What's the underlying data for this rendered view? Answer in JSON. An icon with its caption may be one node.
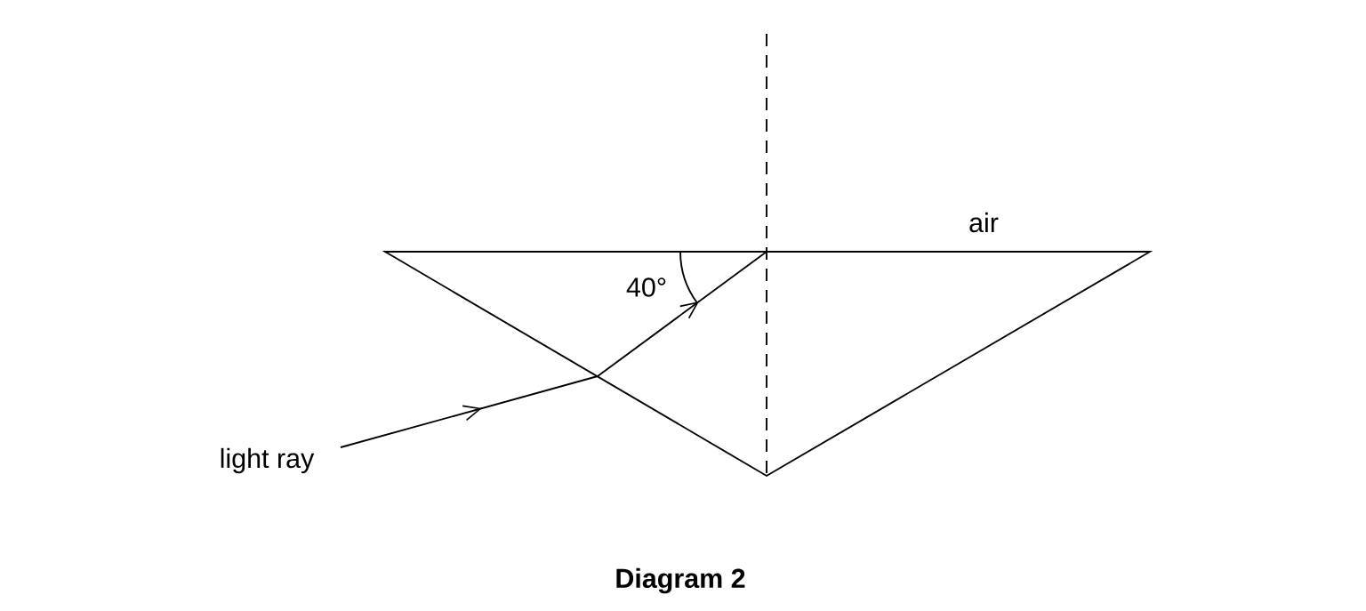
{
  "diagram": {
    "caption": "Diagram 2",
    "labels": [
      "air",
      "40°",
      "light ray"
    ]
  }
}
